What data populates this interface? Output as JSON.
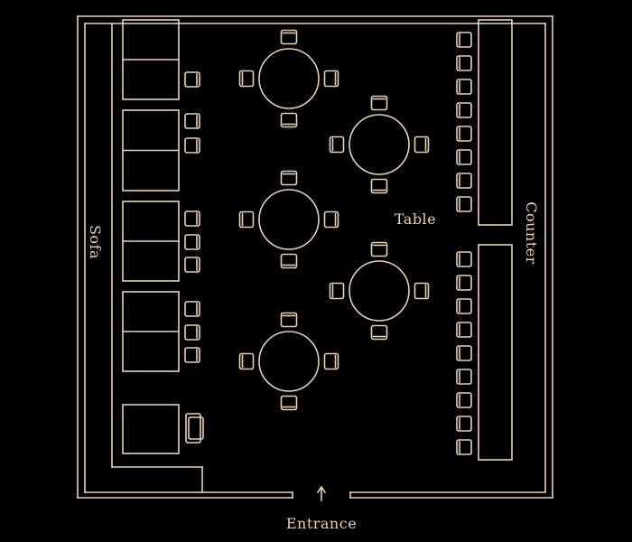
{
  "colors": {
    "background": "#000000",
    "line": "#e8d2b4"
  },
  "labels": {
    "sofa": "Sofa",
    "table": "Table",
    "counter": "Counter",
    "entrance": "Entrance"
  },
  "icons": {
    "entrance_arrow": "arrow-up-icon"
  }
}
